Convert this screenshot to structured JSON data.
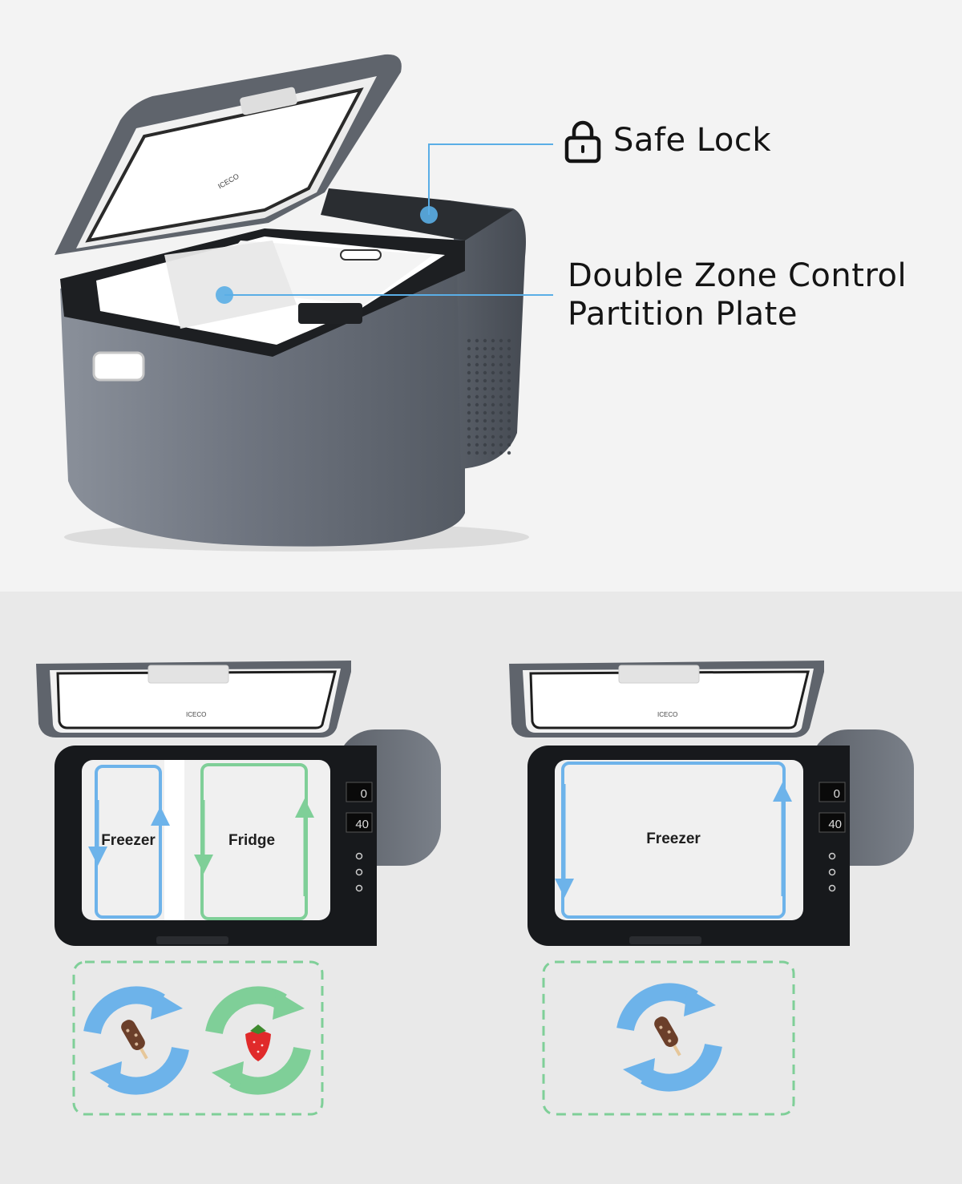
{
  "callouts": {
    "lock_label": "Safe Lock",
    "zone_line1": "Double Zone Control",
    "zone_line2": "Partition Plate"
  },
  "brand": "ICECO",
  "left_unit": {
    "zone_left": "Freezer",
    "zone_right": "Fridge",
    "display_top": "0",
    "display_bottom": "40"
  },
  "right_unit": {
    "zone": "Freezer",
    "display_top": "0",
    "display_bottom": "40"
  },
  "colors": {
    "body_gray": "#6f7580",
    "freezer_blue": "#6db3ea",
    "fridge_green": "#7fcf98",
    "callout_blue": "#5aaee6",
    "text_dark": "#141414"
  },
  "icons": [
    "lock-icon",
    "freezer-cycle-icon",
    "fridge-cycle-icon",
    "ice-cream-icon",
    "strawberry-icon"
  ]
}
